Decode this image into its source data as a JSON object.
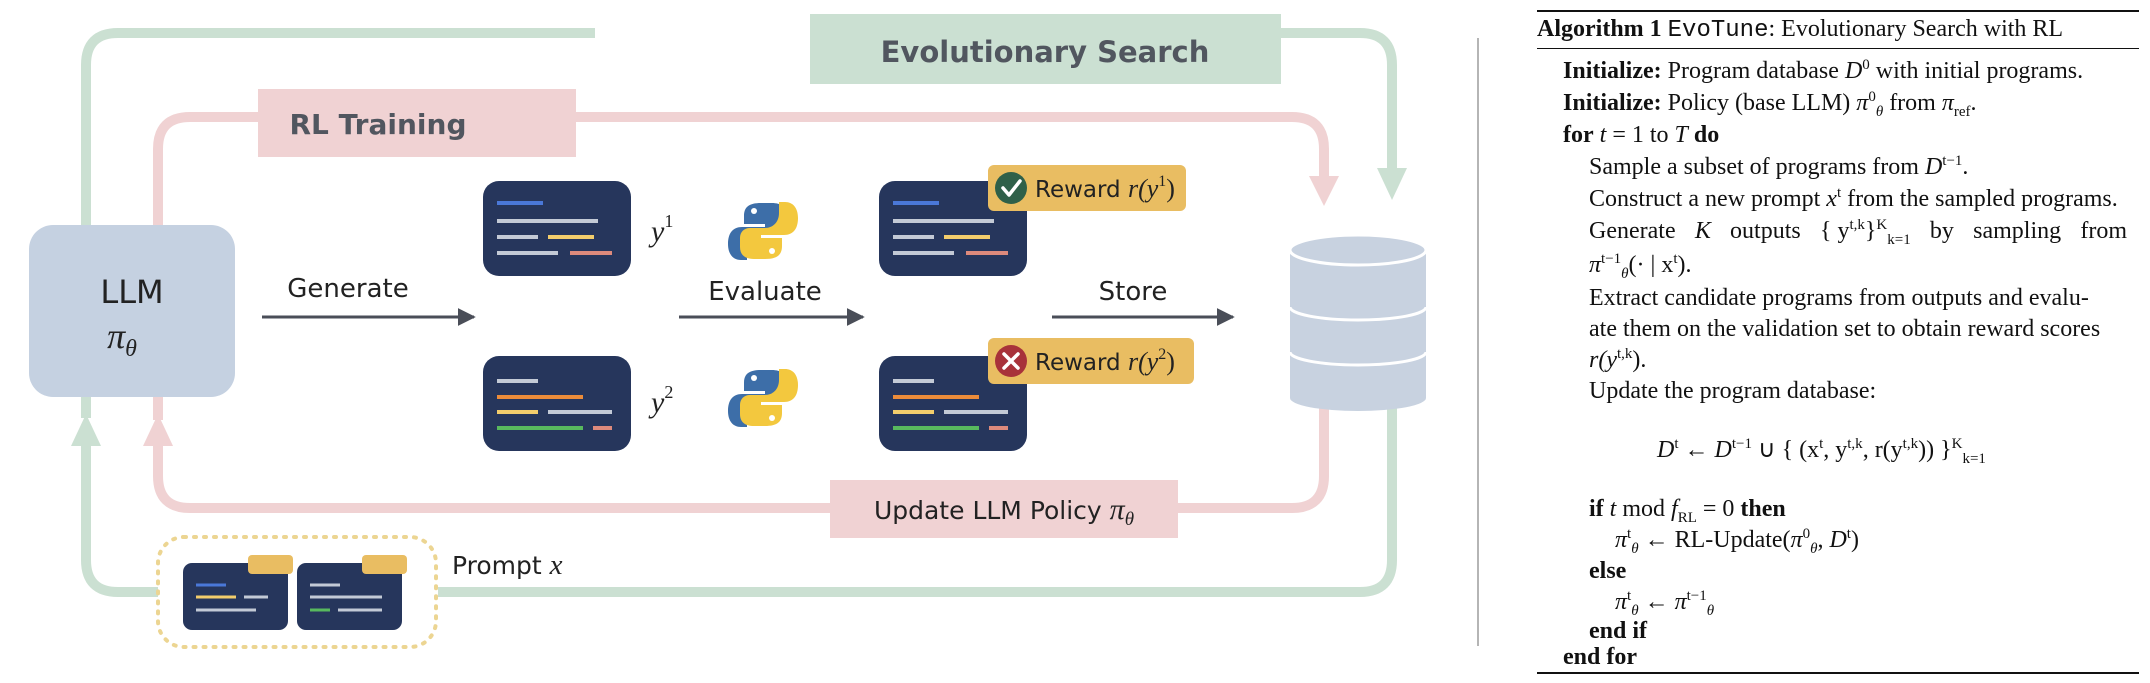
{
  "diagram": {
    "evolutionary_search_label": "Evolutionary Search",
    "rl_training_label": "RL Training",
    "llm_label": "LLM",
    "llm_policy": "π",
    "llm_policy_sub": "θ",
    "generate_label": "Generate",
    "evaluate_label": "Evaluate",
    "store_label": "Store",
    "output_1": "y",
    "output_1_sup": "1",
    "output_2": "y",
    "output_2_sup": "2",
    "reward_1_text": "Reward ",
    "reward_1_math": "r(y",
    "reward_1_sup": "1",
    "reward_1_close": ")",
    "reward_2_text": "Reward ",
    "reward_2_math": "r(y",
    "reward_2_sup": "2",
    "reward_2_close": ")",
    "update_text": "Update LLM Policy ",
    "update_math": "π",
    "update_sub": "θ",
    "prompt_text": "Prompt ",
    "prompt_math": "x",
    "reward_1_status_icon": "check-circle-icon",
    "reward_2_status_icon": "x-circle-icon",
    "colors": {
      "evolutionary": "#cbe0d2",
      "rl": "#f0d2d3",
      "llm_box": "#c5d1e1",
      "code_card": "#26365c",
      "reward_badge": "#e9bd62",
      "database": "#c8d2e0",
      "prompt_border": "#ecd592"
    }
  },
  "algorithm": {
    "heading_bold": "Algorithm 1",
    "heading_name": "EvoTune",
    "heading_rest": ": Evolutionary Search with RL",
    "init1_kw": "Initialize:",
    "init1_a": " Program database ",
    "init1_m": "D",
    "init1_sup": "0",
    "init1_b": " with initial programs.",
    "init2_kw": "Initialize:",
    "init2_a": " Policy (base LLM) ",
    "init2_m": "π",
    "init2_sup": "0",
    "init2_sub": "θ",
    "init2_b": " from ",
    "init2_m2": "π",
    "init2_sub2": "ref",
    "init2_c": ".",
    "for_kw": "for",
    "for_a": " t",
    "for_b": " = 1 to ",
    "for_c": "T",
    "for_do": " do",
    "s1_a": "Sample a subset of programs from ",
    "s1_m": "D",
    "s1_sup": "t−1",
    "s1_b": ".",
    "s2_a": "Construct a new prompt ",
    "s2_m": "x",
    "s2_sup": "t",
    "s2_b": " from the sampled programs.",
    "s3_w1": "Generate",
    "s3_w2": "K",
    "s3_w3": "outputs",
    "s3_w4": "{ y",
    "s3_w4_sup": "t,k",
    "s3_w4_close": "}",
    "s3_w4_sup2": "K",
    "s3_w4_sub2": "k=1",
    "s3_w5": "by",
    "s3_w6": "sampling",
    "s3_w7": "from",
    "s3_l2_m": "π",
    "s3_l2_sup": "t−1",
    "s3_l2_sub": "θ",
    "s3_l2_b": "(· | x",
    "s3_l2_sup2": "t",
    "s3_l2_c": ").",
    "s4_l1": "Extract candidate programs from outputs and evalu-",
    "s4_l2": "ate them on the validation set to obtain reward scores",
    "s4_l3_m": "r(y",
    "s4_l3_sup": "t,k",
    "s4_l3_b": ").",
    "s5": "Update the program database:",
    "eq_a": "D",
    "eq_a_sup": "t",
    "eq_b": " ← ",
    "eq_c": "D",
    "eq_c_sup": "t−1",
    "eq_d": " ∪ ",
    "eq_e": "{ (x",
    "eq_e_sup": "t",
    "eq_f": ", y",
    "eq_f_sup": "t,k",
    "eq_g": ", r(y",
    "eq_g_sup": "t,k",
    "eq_h": ")) }",
    "eq_h_sup": "K",
    "eq_h_sub": "k=1",
    "if_kw": "if",
    "if_a": " t",
    "if_b": " mod ",
    "if_c": "f",
    "if_c_sub": "RL",
    "if_d": " = 0 ",
    "if_then": "then",
    "rl_a": "π",
    "rl_sup": "t",
    "rl_sub": "θ",
    "rl_b": " ← RL-Update(",
    "rl_c": "π",
    "rl_c_sup": "0",
    "rl_c_sub": "θ",
    "rl_d": ", ",
    "rl_e": "D",
    "rl_e_sup": "t",
    "rl_f": ")",
    "else_kw": "else",
    "el_a": "π",
    "el_sup": "t",
    "el_sub": "θ",
    "el_b": " ← ",
    "el_c": "π",
    "el_c_sup": "t−1",
    "el_c_sub": "θ",
    "endif_kw": "end if",
    "endfor_kw": "end for"
  }
}
